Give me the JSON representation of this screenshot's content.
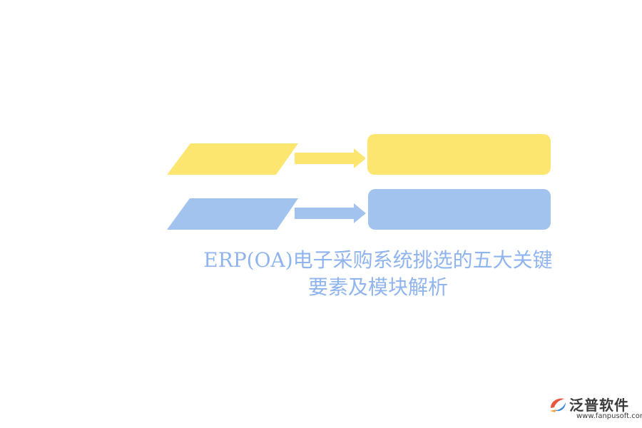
{
  "title": {
    "line1": "ERP(OA)电子采购系统挑选的五大关键",
    "line2": "要素及模块解析"
  },
  "rows": [
    {
      "color": "#fde66f"
    },
    {
      "color": "#a3c3ef"
    }
  ],
  "logo": {
    "name": "泛普软件",
    "url": "www.fanpusoft.com",
    "icon": "fanpu-logo-icon"
  }
}
